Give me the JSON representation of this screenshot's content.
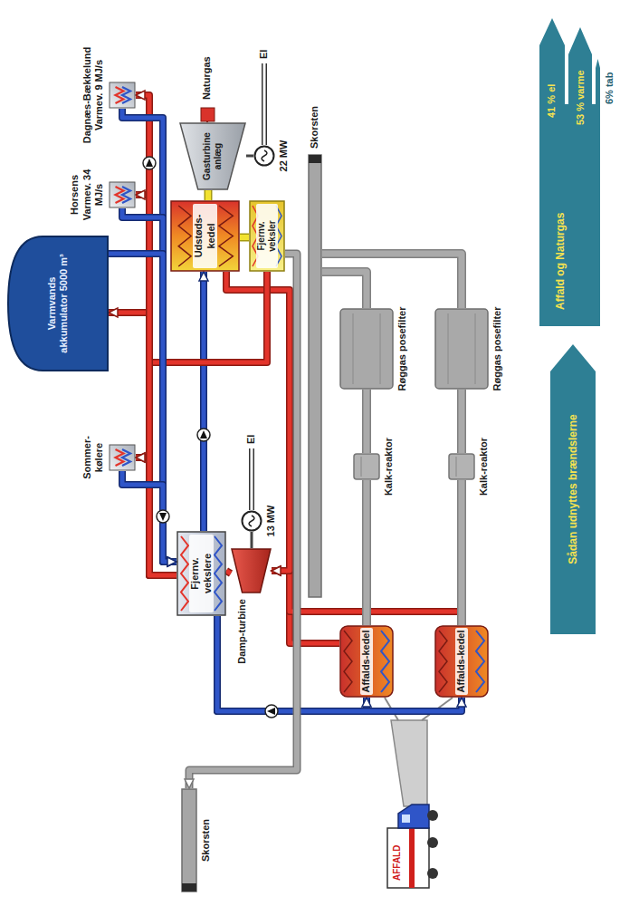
{
  "diagram": {
    "nodes": [
      {
        "text": [
          "Dagnæs-Bækkelund Varmev. 9 MJ/s"
        ]
      },
      {
        "text": [
          "Horsens Varmev. 34 MJ/s"
        ]
      },
      {
        "text": [
          "Varmvands akkumulator 5000 m³"
        ]
      },
      {
        "text": [
          "Sommer-kølere"
        ]
      },
      {
        "text": [
          "Gasturbine anlæg"
        ]
      },
      {
        "text": [
          "22 MW"
        ]
      },
      {
        "text": [
          "Udstøds-kedel"
        ]
      },
      {
        "text": [
          "Fjernv. veksler"
        ]
      },
      {
        "text": [
          "Damp-turbine"
        ]
      },
      {
        "text": [
          "13 MW"
        ]
      },
      {
        "text": [
          "Fjernv. vekslere"
        ]
      },
      {
        "text": [
          "Skorsten"
        ]
      },
      {
        "text": [
          "Skorsten"
        ]
      },
      {
        "text": [
          "Affalds-kedel"
        ]
      },
      {
        "text": [
          "Kalk-reaktor"
        ]
      },
      {
        "text": [
          "Røggas posefilter"
        ]
      },
      {
        "text": [
          "Affalds-kedel"
        ]
      },
      {
        "text": [
          "Kalk-reaktor"
        ]
      },
      {
        "text": [
          "Røggas posefilter"
        ]
      },
      {
        "text": [
          "Affald og Naturgas"
        ]
      },
      {
        "text": [
          "Sådan udnyttes brændslerne"
        ]
      }
    ],
    "edges": [
      {
        "from": 13,
        "to": 8,
        "arrow": "to"
      },
      {
        "from": 16,
        "to": 8,
        "arrow": "to"
      },
      {
        "from": 6,
        "to": 8,
        "arrow": "to"
      },
      {
        "from": 8,
        "to": 10,
        "arrow": "none"
      },
      {
        "from": 10,
        "to": 13,
        "arrow": "to"
      },
      {
        "from": 10,
        "to": 16,
        "arrow": "to"
      },
      {
        "from": 10,
        "to": 6,
        "arrow": "to"
      },
      {
        "from": 4,
        "to": 6,
        "arrow": "none"
      },
      {
        "from": 6,
        "to": 7,
        "arrow": "none"
      },
      {
        "from": 7,
        "to": 11,
        "arrow": "to"
      },
      {
        "from": 7,
        "to": 3,
        "arrow": "to"
      },
      {
        "from": 10,
        "to": 3,
        "arrow": "to"
      },
      {
        "from": 10,
        "to": 2,
        "arrow": "to"
      },
      {
        "from": 10,
        "to": 1,
        "arrow": "to"
      },
      {
        "from": 10,
        "to": 0,
        "arrow": "to"
      },
      {
        "from": 0,
        "to": 10,
        "arrow": "to"
      },
      {
        "from": 1,
        "to": 10,
        "arrow": "to"
      },
      {
        "from": 2,
        "to": 10,
        "arrow": "to"
      },
      {
        "from": 3,
        "to": 10,
        "arrow": "to"
      },
      {
        "from": 13,
        "to": 14,
        "arrow": "none"
      },
      {
        "from": 14,
        "to": 15,
        "arrow": "none"
      },
      {
        "from": 15,
        "to": 12,
        "arrow": "none"
      },
      {
        "from": 16,
        "to": 17,
        "arrow": "none"
      },
      {
        "from": 17,
        "to": 18,
        "arrow": "none"
      },
      {
        "from": 18,
        "to": 12,
        "arrow": "none"
      }
    ],
    "labels": [
      "Naturgas",
      "El",
      "El",
      "AFFALD",
      "41 % el",
      "53 % varme",
      "6% tab"
    ]
  }
}
